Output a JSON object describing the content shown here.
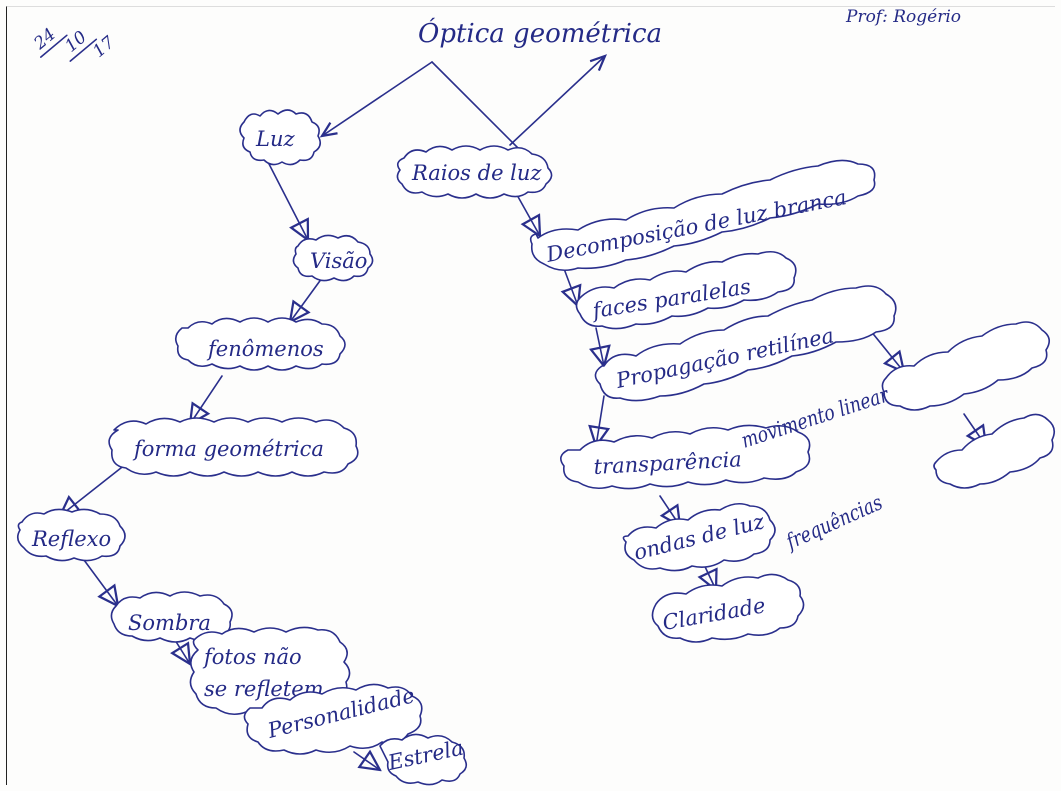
{
  "title": "Óptica geométrica",
  "author": "Prof: Rogério",
  "date": [
    "24",
    "10",
    "17"
  ],
  "nodes": {
    "luz": "Luz",
    "raios_de_luz": "Raios de luz",
    "visao": "Visão",
    "fenomenos": "fenômenos",
    "forma_geometrica": "forma geométrica",
    "reflexo": "Reflexo",
    "sombra": "Sombra",
    "fotos_nao_se_refletem": [
      "fotos não",
      "se refletem"
    ],
    "personalidade": "Personalidade",
    "estrela": "Estrela",
    "decomposicao": "Decomposição de luz branca",
    "faces_paralelas": "faces paralelas",
    "propagacao_retilinea": "Propagação retilínea",
    "transparencia": "transparência",
    "ondas_de_luz": "ondas de luz",
    "claridade": "Claridade",
    "movimento_linear": "movimento linear",
    "frequencias": "frequências"
  },
  "colors": {
    "ink": "#2a2f8c",
    "paper": "#fdfdfc",
    "frame": "#222222"
  }
}
